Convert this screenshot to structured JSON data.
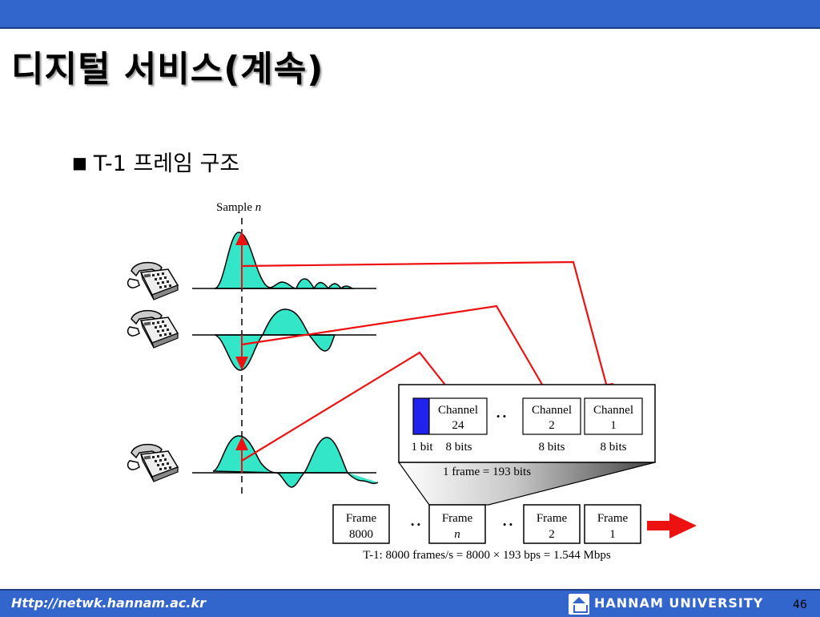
{
  "slide": {
    "title": "디지털 서비스(계속)",
    "bullet_mark": "■",
    "bullet_text": "T-1 프레임 구조"
  },
  "diagram": {
    "sample_label": "Sample",
    "sample_var": "n",
    "frame_channels": [
      {
        "label": "Channel",
        "number": "24",
        "bits": "8 bits"
      },
      {
        "label": "Channel",
        "number": "2",
        "bits": "8 bits"
      },
      {
        "label": "Channel",
        "number": "1",
        "bits": "8 bits"
      }
    ],
    "framing_bit_label": "1 bit",
    "frame_size_label": "1 frame = 193 bits",
    "ellipsis": "• •",
    "frames": [
      {
        "label": "Frame",
        "number": "8000"
      },
      {
        "label": "Frame",
        "number": "n"
      },
      {
        "label": "Frame",
        "number": "2"
      },
      {
        "label": "Frame",
        "number": "1"
      }
    ],
    "rate_label": "T-1: 8000 frames/s = 8000 × 193 bps = 1.544 Mbps",
    "colors": {
      "wave": "#33e6c8",
      "arrow": "#ee1111",
      "framing_bit": "#2222ee"
    }
  },
  "footer": {
    "url": "Http://netwk.hannam.ac.kr",
    "university": "HANNAM UNIVERSITY",
    "page_number": "46"
  }
}
